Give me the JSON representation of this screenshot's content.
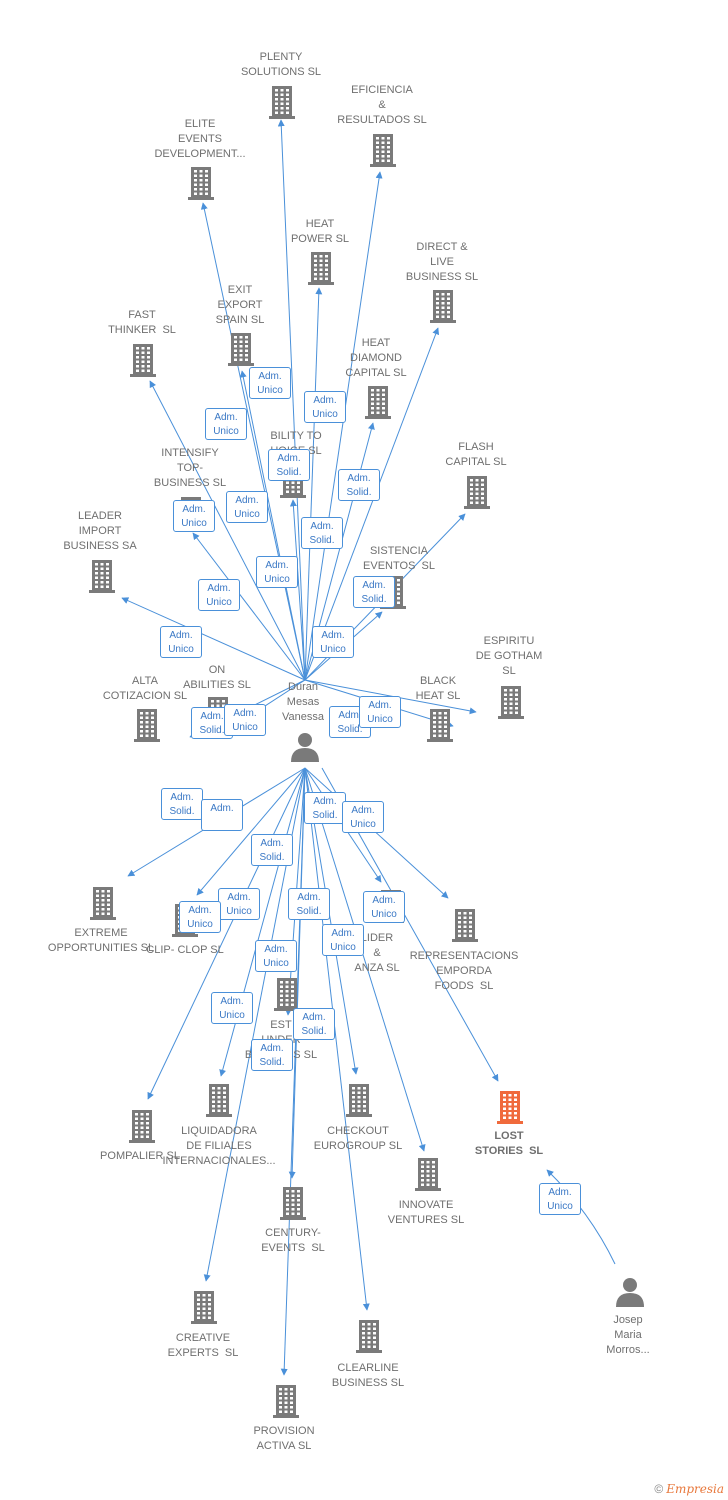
{
  "colors": {
    "node": "#7a7a7a",
    "highlight": "#f06a3c",
    "edge": "#4a90d9",
    "label": "#6f6f6f"
  },
  "people": [
    {
      "id": "duran",
      "label": "Duran\nMesas\nVanessa"
    },
    {
      "id": "josep",
      "label": "Josep\nMaria\nMorros..."
    }
  ],
  "companies": [
    {
      "id": "plenty",
      "label": "PLENTY\nSOLUTIONS SL"
    },
    {
      "id": "eficiencia",
      "label": "EFICIENCIA\n&\nRESULTADOS SL"
    },
    {
      "id": "elite",
      "label": "ELITE\nEVENTS\nDEVELOPMENT..."
    },
    {
      "id": "heatpower",
      "label": "HEAT\nPOWER SL"
    },
    {
      "id": "direct",
      "label": "DIRECT &\nLIVE\nBUSINESS SL"
    },
    {
      "id": "exit",
      "label": "EXIT\nEXPORT\nSPAIN SL"
    },
    {
      "id": "fast",
      "label": "FAST\nTHINKER  SL"
    },
    {
      "id": "heatdiamond",
      "label": "HEAT\nDIAMOND\nCAPITAL SL"
    },
    {
      "id": "ability",
      "label": "BILITY TO\nHOICE SL"
    },
    {
      "id": "intensify",
      "label": "INTENSIFY\nTOP-\nBUSINESS SL"
    },
    {
      "id": "flash",
      "label": "FLASH\nCAPITAL SL"
    },
    {
      "id": "leader",
      "label": "LEADER\nIMPORT\nBUSINESS SA"
    },
    {
      "id": "asistencia",
      "label": "SISTENCIA\nEVENTOS  SL"
    },
    {
      "id": "espiritu",
      "label": "ESPIRITU\nDE GOTHAM\nSL"
    },
    {
      "id": "alta",
      "label": "ALTA\nCOTIZACION SL"
    },
    {
      "id": "abilities",
      "label": "ON\nABILITIES SL"
    },
    {
      "id": "blackheat",
      "label": "BLACK\nHEAT SL"
    },
    {
      "id": "extreme",
      "label": "EXTREME\nOPPORTUNITIES SL"
    },
    {
      "id": "clip",
      "label": "CLIP- CLOP SL"
    },
    {
      "id": "lider",
      "label": "LIDER\n&\nANZA SL"
    },
    {
      "id": "representacions",
      "label": "REPRESENTACIONS\nEMPORDA\nFOODS  SL"
    },
    {
      "id": "best",
      "label": "EST\nUNDER\nBUSINESS SL"
    },
    {
      "id": "lost",
      "label": "LOST\nSTORIES  SL",
      "highlight": true
    },
    {
      "id": "pompalier",
      "label": "POMPALIER SL"
    },
    {
      "id": "liquidadora",
      "label": "LIQUIDADORA\nDE FILIALES\nINTERNACIONALES..."
    },
    {
      "id": "checkout",
      "label": "CHECKOUT\nEUROGROUP SL"
    },
    {
      "id": "innovate",
      "label": "INNOVATE\nVENTURES SL"
    },
    {
      "id": "century",
      "label": "CENTURY-\nEVENTS  SL"
    },
    {
      "id": "creative",
      "label": "CREATIVE\nEXPERTS  SL"
    },
    {
      "id": "clearline",
      "label": "CLEARLINE\nBUSINESS SL"
    },
    {
      "id": "provision",
      "label": "PROVISION\nACTIVA SL"
    }
  ],
  "relations": [
    {
      "id": "r1",
      "label": "Adm.\nUnico"
    },
    {
      "id": "r2",
      "label": "Adm.\nUnico"
    },
    {
      "id": "r3",
      "label": "Adm.\nUnico"
    },
    {
      "id": "r4",
      "label": "Adm.\nSolid."
    },
    {
      "id": "r5",
      "label": "Adm.\nSolid."
    },
    {
      "id": "r6",
      "label": "Adm.\nUnico"
    },
    {
      "id": "r7",
      "label": "Adm.\nUnico"
    },
    {
      "id": "r8",
      "label": "Adm.\nSolid."
    },
    {
      "id": "r9",
      "label": "Adm.\nUnico"
    },
    {
      "id": "r10",
      "label": "Adm.\nSolid."
    },
    {
      "id": "r11",
      "label": "Adm.\nUnico"
    },
    {
      "id": "r12",
      "label": "Adm.\nUnico"
    },
    {
      "id": "r13",
      "label": "Adm.\nUnico"
    },
    {
      "id": "r14",
      "label": "Adm.\nSolid."
    },
    {
      "id": "r15",
      "label": "Adm.\nUnico"
    },
    {
      "id": "r16",
      "label": "Adm.\nSolid."
    },
    {
      "id": "r17",
      "label": "Adm.\nUnico"
    },
    {
      "id": "r18",
      "label": "Adm.\nSolid."
    },
    {
      "id": "r19",
      "label": "Adm."
    },
    {
      "id": "r20",
      "label": "Adm.\nSolid."
    },
    {
      "id": "r21",
      "label": "Adm.\nUnico"
    },
    {
      "id": "r22",
      "label": "Adm.\nSolid."
    },
    {
      "id": "r23",
      "label": "Adm.\nUnico"
    },
    {
      "id": "r24",
      "label": "Adm.\nSolid."
    },
    {
      "id": "r25",
      "label": "Adm.\nUnico"
    },
    {
      "id": "r26",
      "label": "Adm.\nUnico"
    },
    {
      "id": "r27",
      "label": "Adm.\nUnico"
    },
    {
      "id": "r28",
      "label": "Adm.\nUnico"
    },
    {
      "id": "r29",
      "label": "Adm.\nUnico"
    },
    {
      "id": "r30",
      "label": "Adm.\nSolid."
    },
    {
      "id": "r31",
      "label": "Adm.\nSolid."
    },
    {
      "id": "r32",
      "label": "Adm.\nUnico"
    }
  ],
  "copyright": {
    "symbol": "©",
    "brand": "Empresia"
  }
}
